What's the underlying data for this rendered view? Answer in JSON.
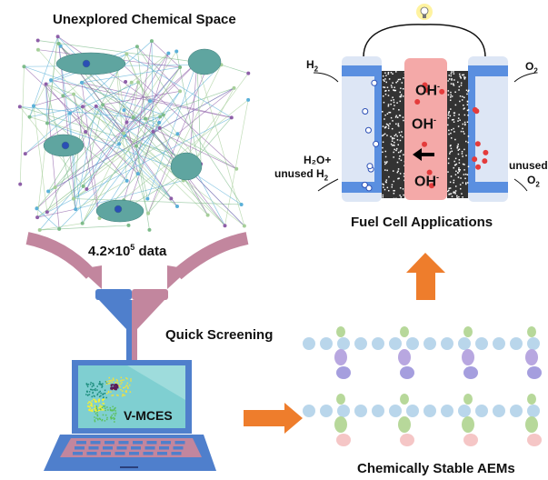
{
  "titles": {
    "chemical_space": "Unexplored Chemical Space",
    "data_count_base": "4.2×10",
    "data_count_exp": "5",
    "data_count_unit": " data",
    "screening": "Quick Screening",
    "model": "V-MCES",
    "fuel_cell": "Fuel Cell Applications",
    "aems": "Chemically Stable AEMs"
  },
  "fuel_cell": {
    "h2_in": "H",
    "h2_in_sub": "2",
    "o2_in": "O",
    "o2_in_sub": "2",
    "h2o_out": "H₂O+",
    "unused_h2": "unused H",
    "unused_h2_sub": "2",
    "unused_o2_line1": "unused",
    "unused_o2": "O",
    "unused_o2_sub": "2",
    "ion": "OH",
    "ion_charge": "-"
  },
  "colors": {
    "funnel_left": "#4f7fcc",
    "funnel_right": "#c2869e",
    "arrow_orange": "#ee7d2c",
    "screen": "#7fcfd1",
    "electrolyte": "#f4a9a8",
    "electrode": "#5a8fe0"
  }
}
